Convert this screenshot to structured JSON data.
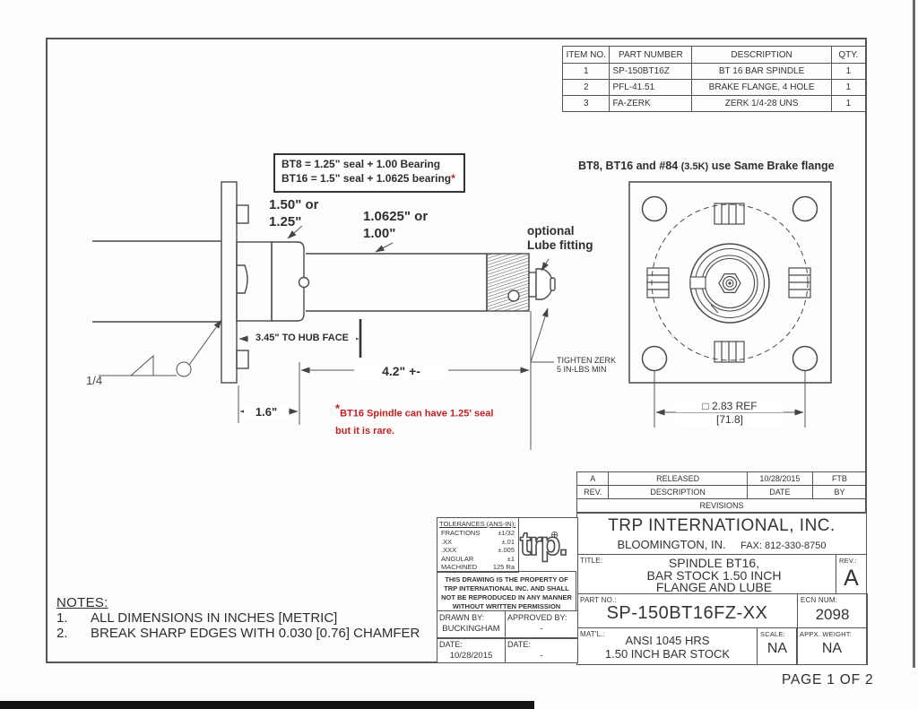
{
  "page": {
    "page_label": "PAGE 1 OF 2"
  },
  "parts_table": {
    "headers": [
      "ITEM NO.",
      "PART NUMBER",
      "DESCRIPTION",
      "QTY."
    ],
    "rows": [
      [
        "1",
        "SP-150BT16Z",
        "BT 16 BAR SPINDLE",
        "1"
      ],
      [
        "2",
        "PFL-41.51",
        "BRAKE FLANGE, 4 HOLE",
        "1"
      ],
      [
        "3",
        "FA-ZERK",
        "ZERK 1/4-28 UNS",
        "1"
      ]
    ]
  },
  "drawing": {
    "note_box_line1": "BT8 = 1.25\" seal + 1.00 Bearing",
    "note_box_line2": "BT16 = 1.5\" seal + 1.0625 bearing",
    "note_box_asterisk": "*",
    "flange_note_prefix": "BT8, BT16 and #84",
    "flange_note_mid": "(3.5K)",
    "flange_note_suffix": "use Same Brake flange",
    "dim_seal_line1": "1.50\" or",
    "dim_seal_line2": "1.25\"",
    "dim_shaft_line1": "1.0625\" or",
    "dim_shaft_line2": "1.00\"",
    "lube_line1": "optional",
    "lube_line2": "Lube fitting",
    "dim_hub_face": "3.45\" TO HUB FACE",
    "dim_length": "4.2\" +-",
    "dim_flange_offset": "1.6\"",
    "weld_size": "1/4",
    "tighten_line1": "TIGHTEN ZERK",
    "tighten_line2": "5 IN-LBS MIN",
    "red_note_star": "*",
    "red_note_line1": "BT16 Spindle can have 1.25' seal",
    "red_note_line2": "but it is rare.",
    "dim_bolt_square": "□ 2.83  REF",
    "dim_bolt_square_metric": "[71.8]"
  },
  "revisions": {
    "row_a": [
      "A",
      "RELEASED",
      "10/28/2015",
      "FTB"
    ],
    "header": [
      "REV.",
      "DESCRIPTION",
      "DATE",
      "BY"
    ],
    "title": "REVISIONS"
  },
  "company": {
    "name": "TRP INTERNATIONAL, INC.",
    "city": "BLOOMINGTON, IN.",
    "fax": "FAX: 812-330-8750"
  },
  "title_block": {
    "title_label": "TITLE:",
    "title_line1": "SPINDLE BT16,",
    "title_line2": "BAR STOCK 1.50 INCH",
    "title_line3": "FLANGE AND LUBE",
    "rev_label": "REV.:",
    "rev_value": "A",
    "part_no_label": "PART NO.:",
    "part_no_value": "SP-150BT16FZ-XX",
    "ecn_label": "ECN NUM:",
    "ecn_value": "2098",
    "material_label": "MAT'L.:",
    "material_line1": "ANSI 1045 HRS",
    "material_line2": "1.50 INCH BAR STOCK",
    "scale_label": "SCALE:",
    "scale_value": "NA",
    "weight_label": "APPX. WEIGHT:",
    "weight_value": "NA"
  },
  "tolerances": {
    "header": "TOLERANCES (ANS-IN):",
    "rows": [
      [
        "FRACTIONS",
        "±1/32"
      ],
      [
        ".XX",
        "±.01"
      ],
      [
        ".XXX",
        "±.005"
      ],
      [
        "ANGULAR",
        "±1"
      ],
      [
        "MACHINED",
        "125 Ra"
      ]
    ],
    "logo_text": "trp.",
    "globe_symbol": "⊕",
    "property_text": "THIS DRAWING IS THE PROPERTY OF TRP INTERNATIONAL INC. AND SHALL NOT BE REPRODUCED IN ANY MANNER WITHOUT WRITTEN PERMISSION",
    "drawn_by_label": "DRAWN BY:",
    "drawn_by_value": "BUCKINGHAM",
    "approved_by_label": "APPROVED BY:",
    "approved_by_value": "-",
    "date_label": "DATE:",
    "date_value": "10/28/2015",
    "approved_date_label": "DATE:",
    "approved_date_value": "-"
  },
  "notes": {
    "header": "NOTES:",
    "items": [
      {
        "num": "1.",
        "text": "ALL DIMENSIONS IN INCHES [METRIC]"
      },
      {
        "num": "2.",
        "text": "BREAK SHARP EDGES WITH 0.030 [0.76] CHAMFER"
      }
    ]
  }
}
